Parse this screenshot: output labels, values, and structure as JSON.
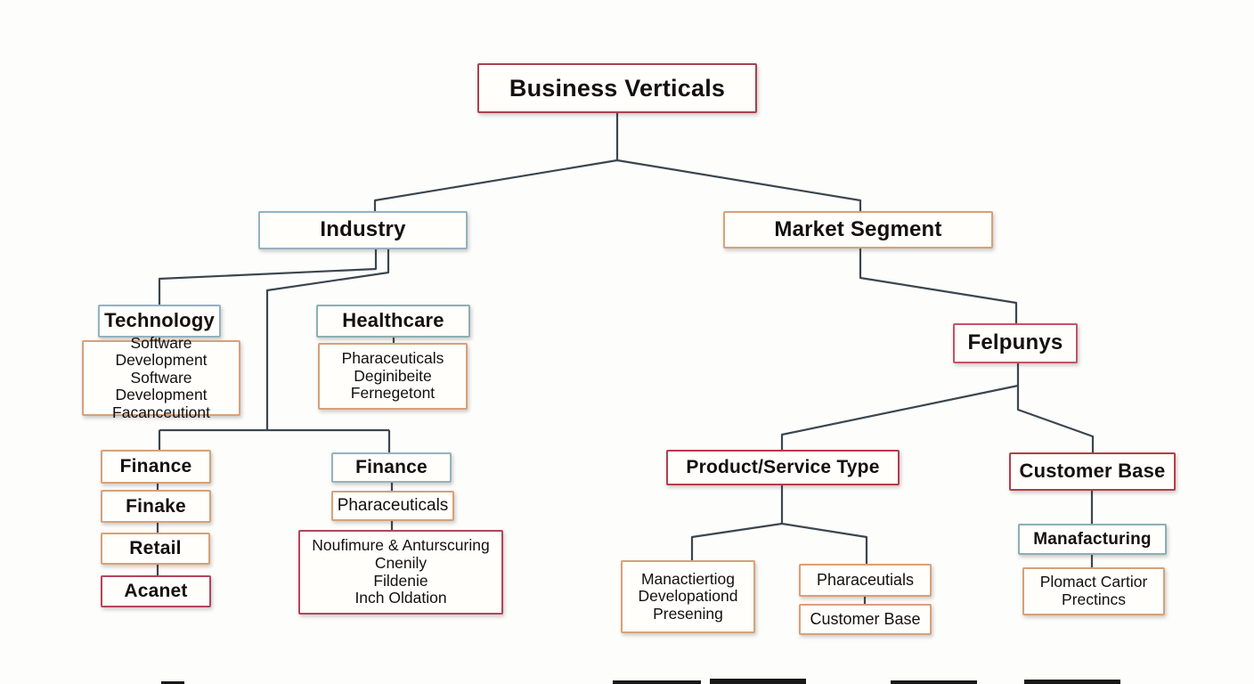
{
  "diagram": {
    "title": "Business Verticals",
    "palette": {
      "line": "#3c464e",
      "red": "#a8414e",
      "crimson": "#b2455c",
      "pink_red": "#c05565",
      "bright_red": "#b83a4a",
      "blue": "#93b2c0",
      "teal": "#8cafb0",
      "orange": "#d7a177"
    },
    "nodes": {
      "root": {
        "label": "Business Verticals"
      },
      "industry": {
        "label": "Industry"
      },
      "market_segment": {
        "label": "Market Segment"
      },
      "technology": {
        "label": "Technology"
      },
      "technology_detail": {
        "lines": [
          "Software",
          "Development",
          "Software Development",
          "Facanceutiont"
        ]
      },
      "healthcare": {
        "label": "Healthcare"
      },
      "healthcare_detail": {
        "lines": [
          "Pharaceuticals",
          "Deginibeite",
          "Fernegetont"
        ]
      },
      "finance_left": {
        "label": "Finance"
      },
      "finake": {
        "label": "Finake"
      },
      "retail": {
        "label": "Retail"
      },
      "acanet": {
        "label": "Acanet"
      },
      "finance_mid": {
        "label": "Finance"
      },
      "pharaceuticals_mid": {
        "label": "Pharaceuticals"
      },
      "finance_mid_detail": {
        "lines": [
          "Noufimure & Anturscuring",
          "Cnenily",
          "Fildenie",
          "Inch Oldation"
        ]
      },
      "felpunys": {
        "label": "Felpunys"
      },
      "product_service_type": {
        "label": "Product/Service Type"
      },
      "customer_base": {
        "label": "Customer Base"
      },
      "manactiertiog_detail": {
        "lines": [
          "Manactiertiog",
          "Developationd",
          "Presening"
        ]
      },
      "pharaceutials": {
        "label": "Pharaceutials"
      },
      "customer_base_small": {
        "label": "Customer Base"
      },
      "manafacturing": {
        "label": "Manafacturing"
      },
      "plomact_detail": {
        "lines": [
          "Plomact Cartior",
          "Prectincs"
        ]
      }
    }
  }
}
